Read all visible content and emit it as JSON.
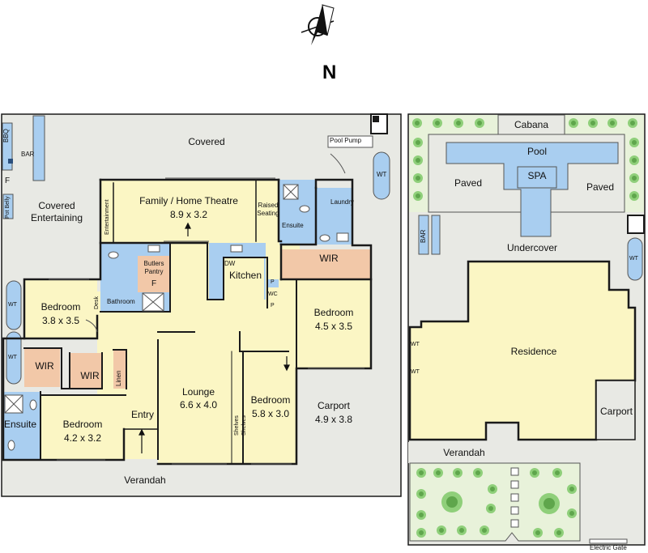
{
  "north_label": "N",
  "colors": {
    "outdoor": "#e8e9e4",
    "living": "#fbf6c4",
    "wet": "#a9cef0",
    "storage": "#f2c8a8",
    "wall": "#1a1a1a",
    "plant": "#8fcf7a",
    "garden": "#e8f2da"
  },
  "labels": {
    "covered": "Covered",
    "pool_pump": "Pool Pump",
    "wt": "WT",
    "bbq": "BBQ",
    "bar": "BAR",
    "f": "F",
    "pot_belly": "Pot Belly",
    "covered_entertaining_1": "Covered",
    "covered_entertaining_2": "Entertaining",
    "entertainment": "Entertainment",
    "family_1": "Family / Home Theatre",
    "family_2": "8.9 x 3.2",
    "raised_1": "Raised",
    "raised_2": "Seating",
    "laundry": "Laundry",
    "ensuite": "Ensuite",
    "butlers_1": "Butlers",
    "butlers_2": "Pantry",
    "dw": "DW",
    "kitchen": "Kitchen",
    "wir": "WIR",
    "p": "P",
    "wc": "WC",
    "bathroom": "Bathroom",
    "desk": "Desk",
    "bed1_1": "Bedroom",
    "bed1_2": "3.8 x 3.5",
    "bed2_1": "Bedroom",
    "bed2_2": "4.5 x 3.5",
    "linen": "Linen",
    "lounge_1": "Lounge",
    "lounge_2": "6.6 x 4.0",
    "shelves": "Shelves",
    "bed3_1": "Bedroom",
    "bed3_2": "5.8 x 3.0",
    "carport_1": "Carport",
    "carport_2": "4.9 x 3.8",
    "entry": "Entry",
    "bed4_1": "Bedroom",
    "bed4_2": "4.2 x 3.2",
    "verandah": "Verandah",
    "cabana": "Cabana",
    "pool": "Pool",
    "spa": "SPA",
    "paved": "Paved",
    "undercover": "Undercover",
    "residence": "Residence",
    "carport": "Carport",
    "electric_gate": "Electric Gate"
  }
}
